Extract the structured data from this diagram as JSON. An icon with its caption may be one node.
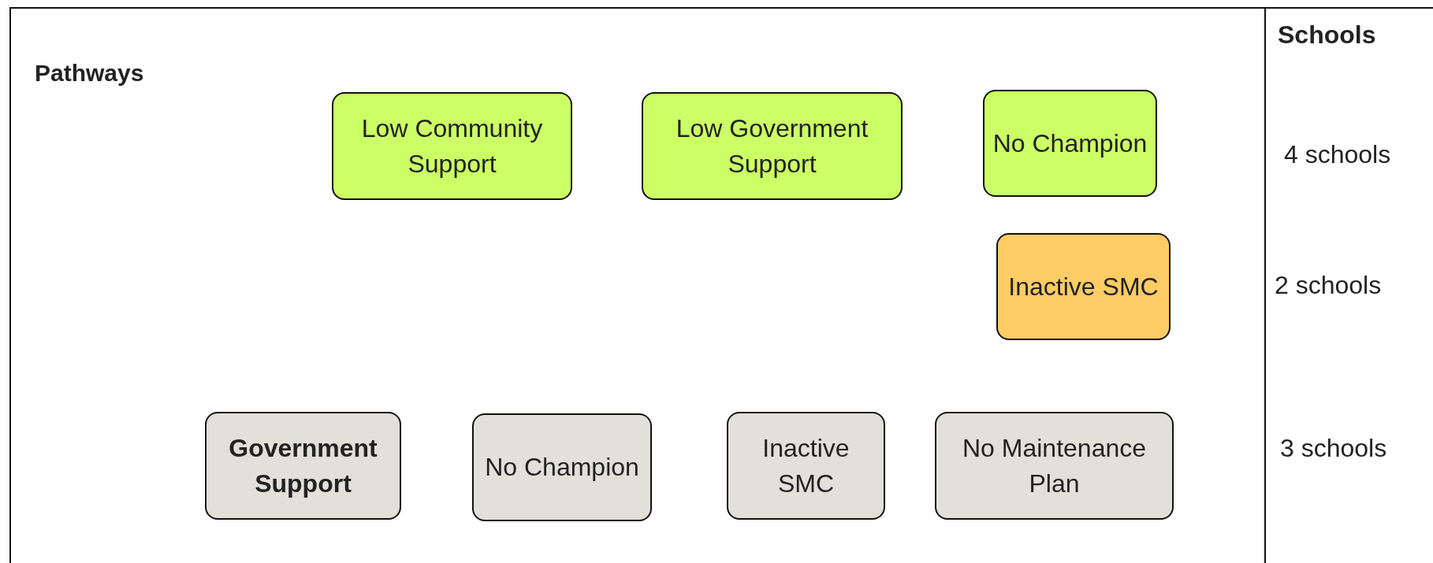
{
  "diagram": {
    "nodes": [
      {
        "text": [
          "Low Community Support"
        ]
      },
      {
        "text": [
          "Low Government Support"
        ]
      },
      {
        "text": [
          "No Champion"
        ]
      },
      {
        "text": [
          "Inactive SMC"
        ]
      },
      {
        "text": [
          "Government Support"
        ]
      },
      {
        "text": [
          "No Champion"
        ]
      },
      {
        "text": [
          "Inactive SMC"
        ]
      },
      {
        "text": [
          "No Maintenance Plan"
        ]
      }
    ],
    "labels": [
      "Pathways",
      "Schools",
      "4 schools",
      "2 schools",
      "3 schools"
    ]
  }
}
